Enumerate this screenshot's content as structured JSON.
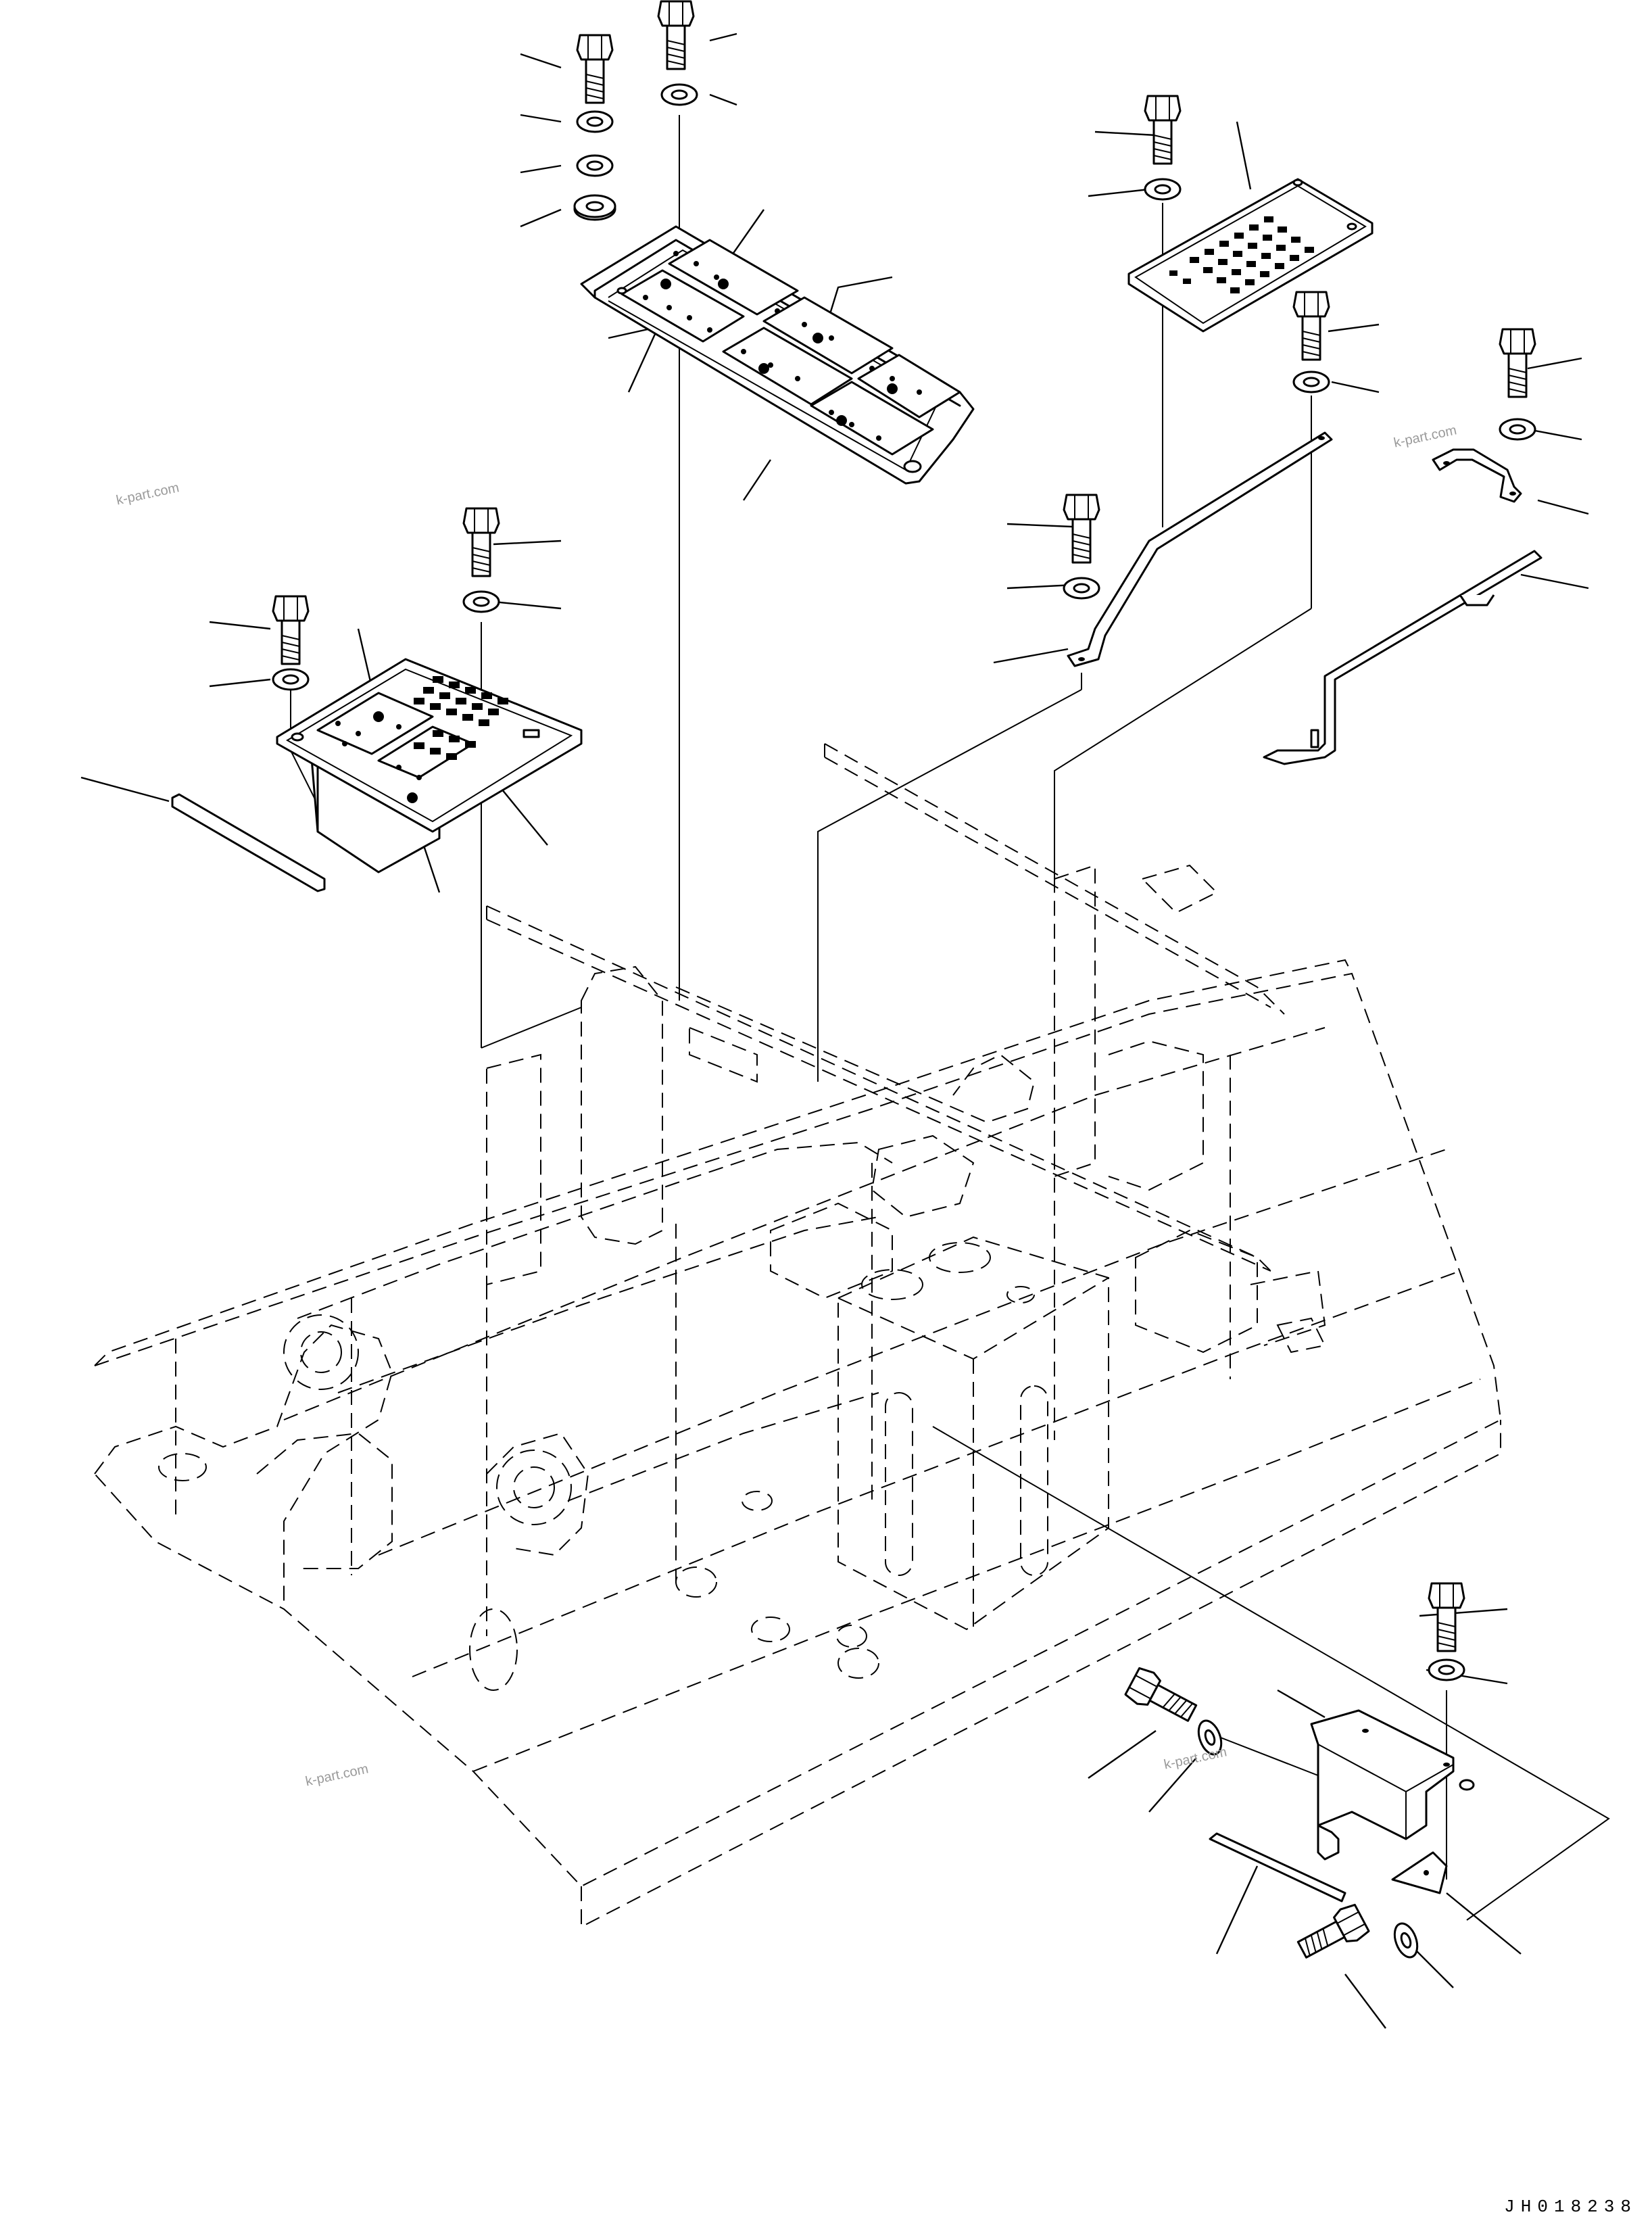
{
  "drawing": {
    "code": "JH018238",
    "watermarks": [
      "k-part.com",
      "k-part.com",
      "k-part.com",
      "k-part.com"
    ]
  }
}
